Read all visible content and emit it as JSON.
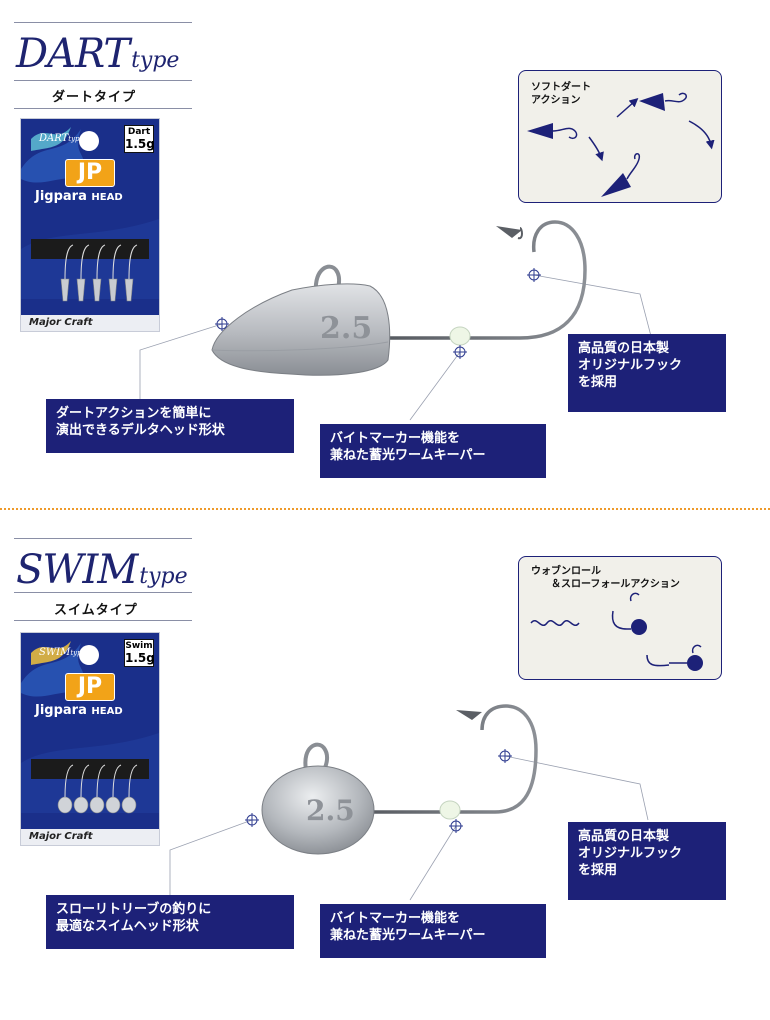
{
  "dart": {
    "title_main": "DART",
    "title_sub": "type",
    "title_jp": "ダートタイプ",
    "package": {
      "brand": "DART",
      "brand_sub": "type",
      "tag_line1": "Dart",
      "tag_line2": "1.5g",
      "logo": "JP",
      "name": "Jigpara",
      "name_sub": "HEAD",
      "maker": "Major Craft"
    },
    "head_number": "2.5",
    "action_title": [
      "ソフトダート",
      "アクション"
    ],
    "labels": {
      "shape": [
        "ダートアクションを簡単に",
        "演出できるデルタヘッド形状"
      ],
      "marker": [
        "バイトマーカー機能を",
        "兼ねた蓄光ワームキーパー"
      ],
      "hook": [
        "高品質の日本製",
        "オリジナルフック",
        "を採用"
      ]
    }
  },
  "swim": {
    "title_main": "SWIM",
    "title_sub": "type",
    "title_jp": "スイムタイプ",
    "package": {
      "brand": "SWIM",
      "brand_sub": "type",
      "tag_line1": "Swim",
      "tag_line2": "1.5g",
      "logo": "JP",
      "name": "Jigpara",
      "name_sub": "HEAD",
      "maker": "Major Craft"
    },
    "head_number": "2.5",
    "action_title": [
      "ウォブンロール",
      "＆スローフォールアクション"
    ],
    "labels": {
      "shape": [
        "スローリトリーブの釣りに",
        "最適なスイムヘッド形状"
      ],
      "marker": [
        "バイトマーカー機能を",
        "兼ねた蓄光ワームキーパー"
      ],
      "hook": [
        "高品質の日本製",
        "オリジナルフック",
        "を採用"
      ]
    }
  },
  "colors": {
    "navy": "#1d2178",
    "package_blue": "#1a2f8a",
    "logo_orange": "#f2a318",
    "divider_orange": "#ef9a2a",
    "lead_gray": "#a9adb2"
  }
}
